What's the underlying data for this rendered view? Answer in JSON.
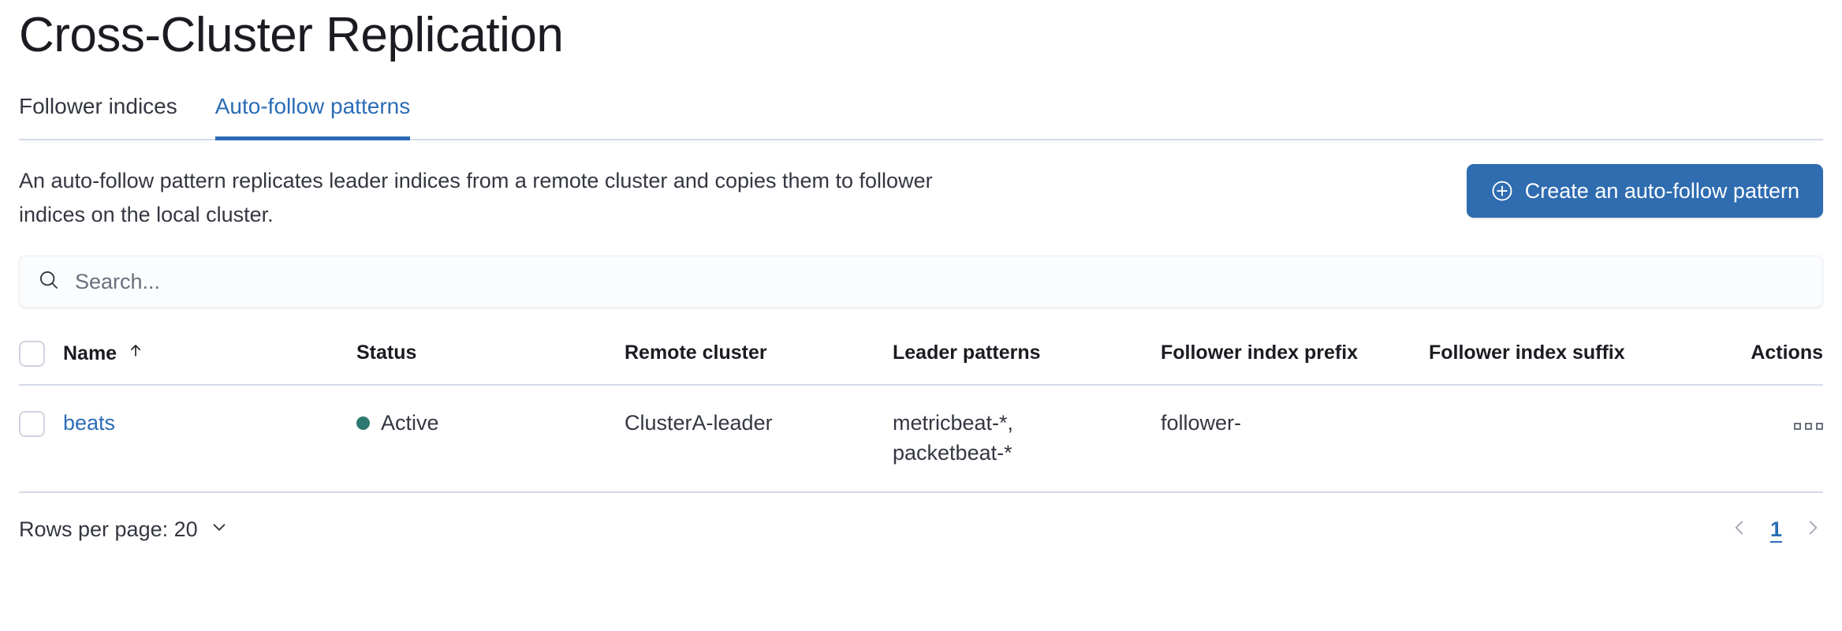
{
  "page": {
    "title": "Cross-Cluster Replication"
  },
  "tabs": [
    {
      "label": "Follower indices",
      "active": false
    },
    {
      "label": "Auto-follow patterns",
      "active": true
    }
  ],
  "intro": {
    "description": "An auto-follow pattern replicates leader indices from a remote cluster and copies them to follower indices on the local cluster.",
    "cta_label": "Create an auto-follow pattern",
    "cta_icon": "plus-in-circle-icon"
  },
  "search": {
    "placeholder": "Search...",
    "value": "",
    "icon": "search-icon"
  },
  "table": {
    "columns": [
      {
        "label": "Name",
        "sorted": "asc",
        "sort_icon": "sort-up-arrow-icon"
      },
      {
        "label": "Status"
      },
      {
        "label": "Remote cluster"
      },
      {
        "label": "Leader patterns"
      },
      {
        "label": "Follower index prefix"
      },
      {
        "label": "Follower index suffix"
      },
      {
        "label": "Actions"
      }
    ],
    "rows": [
      {
        "selected": false,
        "name": "beats",
        "status": "Active",
        "status_color": "#2f7a70",
        "remote_cluster": "ClusterA-leader",
        "leader_patterns": "metricbeat-*,\npacketbeat-*",
        "follower_index_prefix": "follower-",
        "follower_index_suffix": "",
        "actions_icon": "boxes-horizontal-icon"
      }
    ]
  },
  "footer": {
    "rows_per_page_label": "Rows per page: 20",
    "rows_per_page_icon": "chevron-down-icon",
    "prev_icon": "chevron-left-icon",
    "next_icon": "chevron-right-icon",
    "current_page": "1"
  },
  "colors": {
    "primary": "#2f6cb0",
    "link": "#2b6cb5",
    "success": "#2f7a70",
    "border": "#d3dae6",
    "text": "#343741"
  }
}
